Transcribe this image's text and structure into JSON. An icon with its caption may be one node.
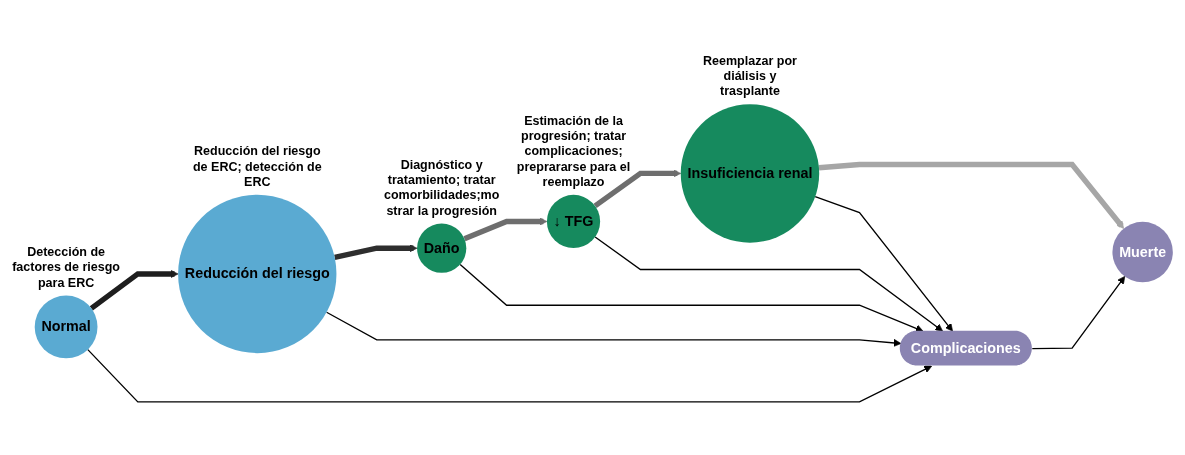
{
  "diagram": {
    "nodes": [
      {
        "text": [
          "Complicaciones"
        ]
      },
      {
        "text": [
          "Normal"
        ],
        "beside": [
          "Detección de factores de riesgo para ERC"
        ]
      },
      {
        "text": [
          "Reducción del riesgo"
        ],
        "beside": [
          "Reducción del riesgo de ERC; detección de ERC"
        ]
      },
      {
        "text": [
          "Daño"
        ],
        "beside": [
          "Diagnóstico y tratamiento; tratar comorbilidades;mo strar la progresión"
        ]
      },
      {
        "text": [
          "↓ TFG"
        ],
        "beside": [
          "Estimación de la progresión; tratar complicaciones; preprararse para el reemplazo"
        ]
      },
      {
        "text": [
          "Insuficiencia renal"
        ],
        "beside": [
          "Reemplazar por diálisis y trasplante"
        ]
      },
      {
        "text": [
          "Muerte"
        ]
      }
    ],
    "edges": [
      {
        "from": 1,
        "to": 2,
        "arrow": "to",
        "style": "thick",
        "color": "#1e1e1e"
      },
      {
        "from": 2,
        "to": 3,
        "arrow": "to",
        "style": "thick",
        "color": "#2e2e2e"
      },
      {
        "from": 3,
        "to": 4,
        "arrow": "to",
        "style": "thick",
        "color": "#6e6e6e"
      },
      {
        "from": 4,
        "to": 5,
        "arrow": "to",
        "style": "thick",
        "color": "#6e6e6e"
      },
      {
        "from": 5,
        "to": 6,
        "arrow": "to",
        "style": "thick",
        "color": "#a6a6a6"
      },
      {
        "from": 1,
        "to": 0,
        "arrow": "to"
      },
      {
        "from": 2,
        "to": 0,
        "arrow": "to"
      },
      {
        "from": 3,
        "to": 0,
        "arrow": "to"
      },
      {
        "from": 4,
        "to": 0,
        "arrow": "to"
      },
      {
        "from": 5,
        "to": 0,
        "arrow": "to"
      },
      {
        "from": 0,
        "to": 6,
        "arrow": "to"
      }
    ]
  }
}
